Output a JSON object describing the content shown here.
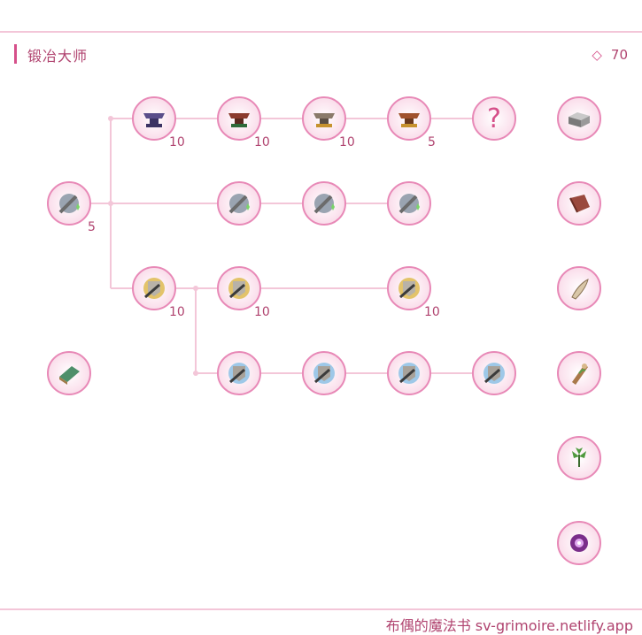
{
  "header": {
    "title": "锻冶大师",
    "points": "70",
    "points_icon": "diamond-icon"
  },
  "footer": {
    "text": "布偶的魔法书 sv-grimoire.netlify.app"
  },
  "levels": {
    "heavy_1": "10",
    "heavy_2": "10",
    "heavy_3": "10",
    "heavy_4": "5",
    "root": "5",
    "armor_1": "10",
    "armor_2": "10",
    "armor_3": "10"
  },
  "unknown_label": "?",
  "colors": {
    "accent": "#d6508a",
    "border": "#e889b7",
    "line": "#f3c6d8"
  }
}
